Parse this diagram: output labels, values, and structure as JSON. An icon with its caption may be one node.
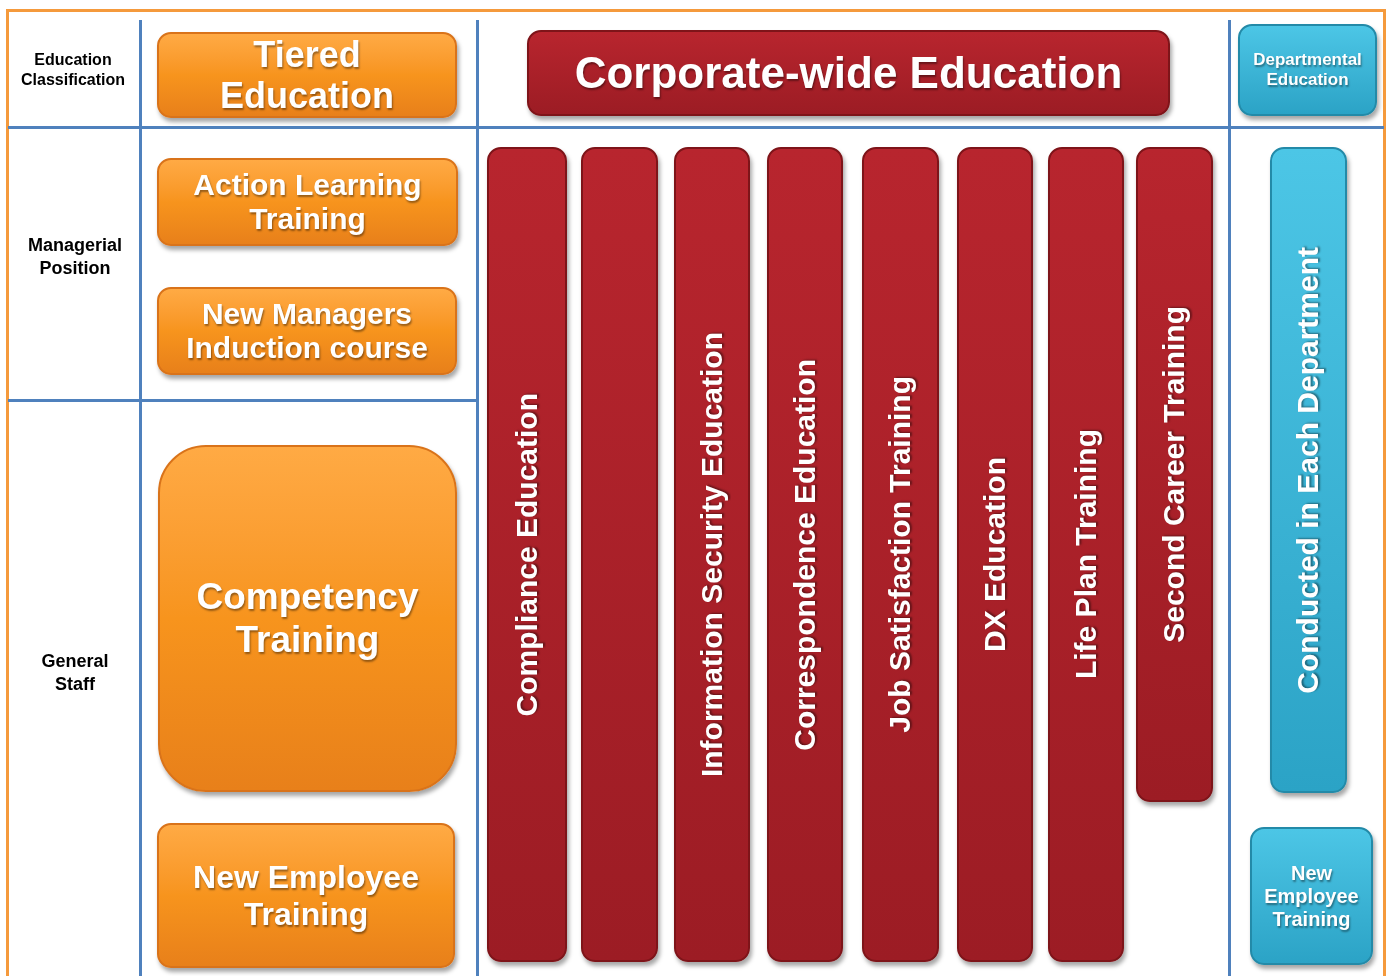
{
  "diagram": {
    "nodes": [
      {
        "text": [
          "Tiered Education"
        ]
      },
      {
        "text": [
          "Corporate-wide Education"
        ]
      },
      {
        "text": [
          "Departmental Education"
        ]
      },
      {
        "text": [
          "Action Learning Training"
        ]
      },
      {
        "text": [
          "New Managers Induction course"
        ]
      },
      {
        "text": [
          "Competency Training"
        ]
      },
      {
        "text": [
          "New Employee Training"
        ]
      },
      {
        "text": [
          "Compliance Education"
        ]
      },
      {
        "text": [],
        "shape": "bar"
      },
      {
        "text": [
          "Information Security Education"
        ]
      },
      {
        "text": [
          "Correspondence Education"
        ]
      },
      {
        "text": [
          "Job Satisfaction Training"
        ]
      },
      {
        "text": [
          "DX Education"
        ]
      },
      {
        "text": [
          "Life Plan Training"
        ]
      },
      {
        "text": [
          "Second Career Training"
        ]
      },
      {
        "text": [
          "Conducted in Each Department"
        ]
      },
      {
        "text": [
          "New Employee Training"
        ]
      }
    ],
    "labels": [
      "Education Classification",
      "Managerial Position",
      "General Staff"
    ]
  }
}
